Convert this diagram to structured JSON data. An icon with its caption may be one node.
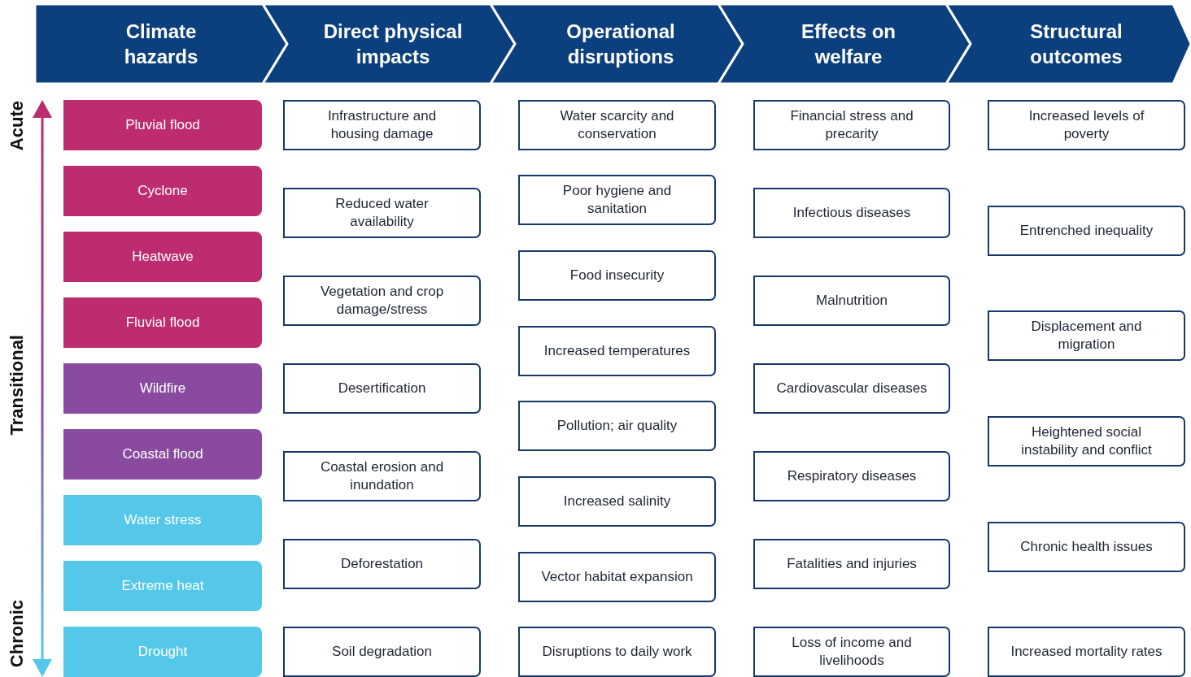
{
  "diagram": {
    "nodes": [
      {
        "text": [
          "Climate hazards"
        ]
      },
      {
        "text": [
          "Direct physical impacts"
        ]
      },
      {
        "text": [
          "Operational disruptions"
        ]
      },
      {
        "text": [
          "Effects on welfare"
        ]
      },
      {
        "text": [
          "Structural outcomes"
        ]
      },
      {
        "text": [
          "Pluvial flood"
        ]
      },
      {
        "text": [
          "Cyclone"
        ]
      },
      {
        "text": [
          "Heatwave"
        ]
      },
      {
        "text": [
          "Fluvial flood"
        ]
      },
      {
        "text": [
          "Wildfire"
        ]
      },
      {
        "text": [
          "Coastal flood"
        ]
      },
      {
        "text": [
          "Water stress"
        ]
      },
      {
        "text": [
          "Extreme heat"
        ]
      },
      {
        "text": [
          "Drought"
        ]
      },
      {
        "text": [
          "Infrastructure and housing damage"
        ]
      },
      {
        "text": [
          "Reduced water availability"
        ]
      },
      {
        "text": [
          "Vegetation and crop damage/stress"
        ]
      },
      {
        "text": [
          "Desertification"
        ]
      },
      {
        "text": [
          "Coastal erosion and inundation"
        ]
      },
      {
        "text": [
          "Deforestation"
        ]
      },
      {
        "text": [
          "Soil degradation"
        ]
      },
      {
        "text": [
          "Water scarcity and conservation"
        ]
      },
      {
        "text": [
          "Poor hygiene and sanitation"
        ]
      },
      {
        "text": [
          "Food insecurity"
        ]
      },
      {
        "text": [
          "Increased temperatures"
        ]
      },
      {
        "text": [
          "Pollution; air quality"
        ]
      },
      {
        "text": [
          "Increased salinity"
        ]
      },
      {
        "text": [
          "Vector habitat expansion"
        ]
      },
      {
        "text": [
          "Disruptions to daily work"
        ]
      },
      {
        "text": [
          "Financial stress and precarity"
        ]
      },
      {
        "text": [
          "Infectious diseases"
        ]
      },
      {
        "text": [
          "Malnutrition"
        ]
      },
      {
        "text": [
          "Cardiovascular diseases"
        ]
      },
      {
        "text": [
          "Respiratory diseases"
        ]
      },
      {
        "text": [
          "Fatalities and injuries"
        ]
      },
      {
        "text": [
          "Loss of income and livelihoods"
        ]
      },
      {
        "text": [
          "Increased levels of poverty"
        ]
      },
      {
        "text": [
          "Entrenched inequality"
        ]
      },
      {
        "text": [
          "Displacement and migration"
        ]
      },
      {
        "text": [
          "Heightened social instability and conflict"
        ]
      },
      {
        "text": [
          "Chronic health issues"
        ]
      },
      {
        "text": [
          "Increased mortality rates"
        ]
      }
    ],
    "edges": [],
    "labels": [
      "Acute",
      "Transitional",
      "Chronic"
    ]
  }
}
